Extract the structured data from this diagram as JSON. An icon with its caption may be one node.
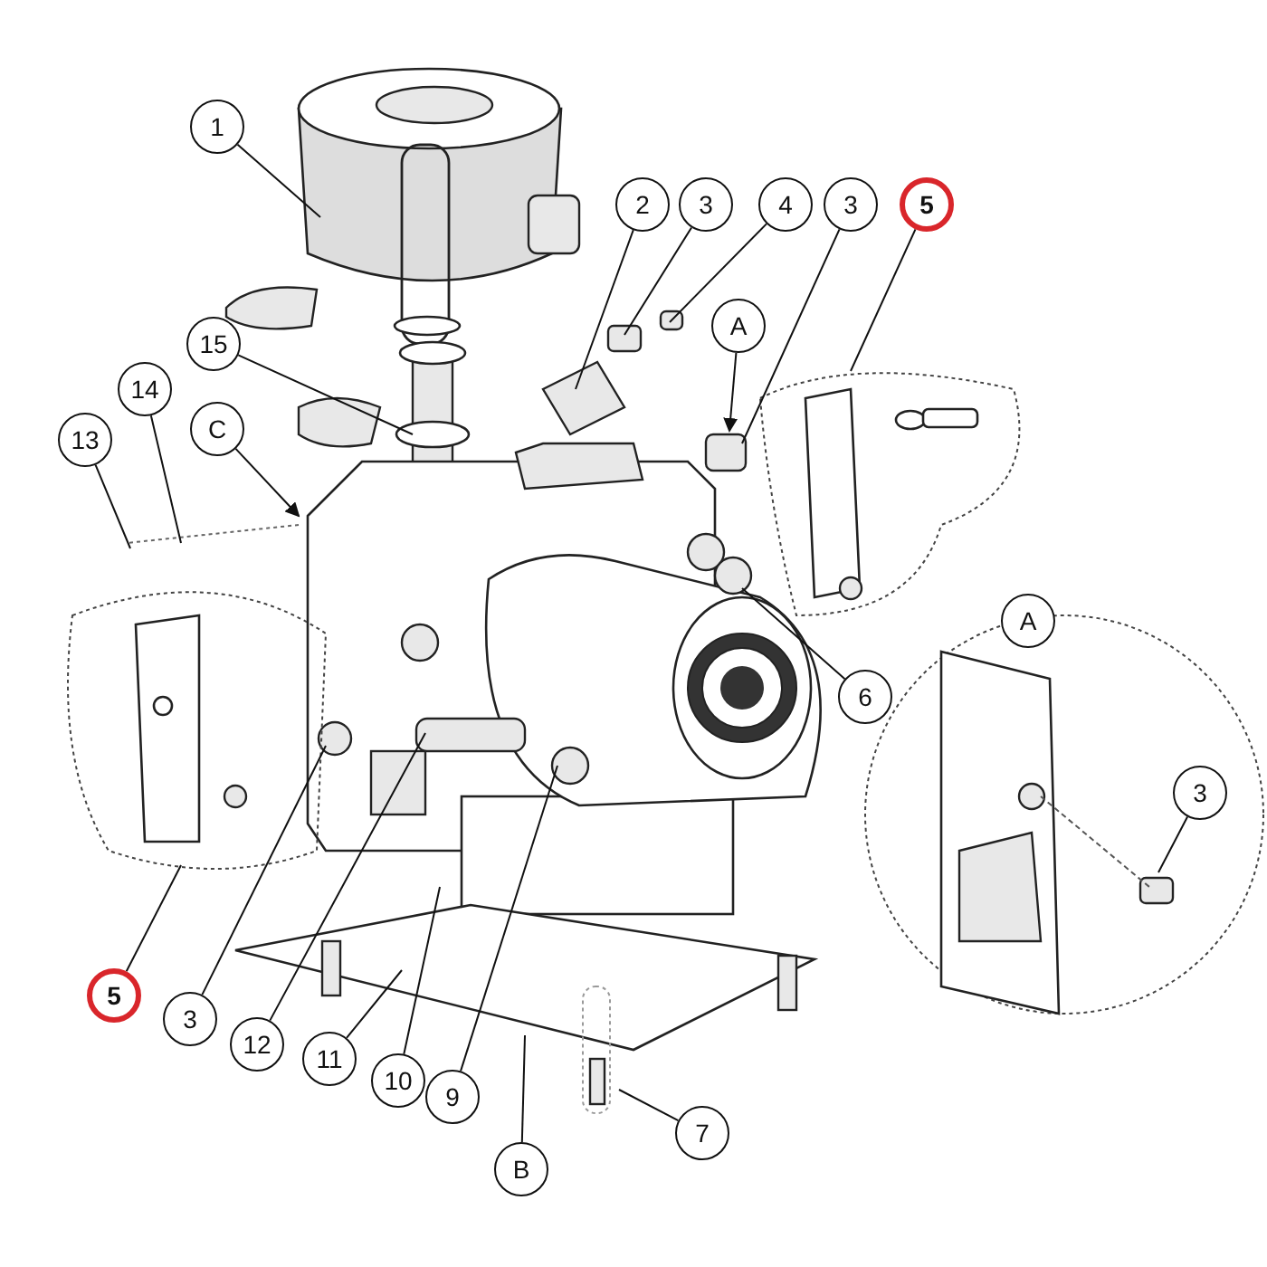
{
  "diagram": {
    "nodes": [
      {
        "text": [
          "1"
        ]
      },
      {
        "text": [
          "2"
        ]
      },
      {
        "text": [
          "3"
        ]
      },
      {
        "text": [
          "4"
        ]
      },
      {
        "text": [
          "3"
        ]
      },
      {
        "text": [
          "5"
        ]
      },
      {
        "text": [
          "15"
        ]
      },
      {
        "text": [
          "A"
        ]
      },
      {
        "text": [
          "C"
        ]
      },
      {
        "text": [
          "14"
        ]
      },
      {
        "text": [
          "13"
        ]
      },
      {
        "text": [
          "6"
        ]
      },
      {
        "text": [
          "A"
        ]
      },
      {
        "text": [
          "3"
        ]
      },
      {
        "text": [
          "3"
        ]
      },
      {
        "text": [
          "5"
        ]
      },
      {
        "text": [
          "12"
        ]
      },
      {
        "text": [
          "11"
        ]
      },
      {
        "text": [
          "10"
        ]
      },
      {
        "text": [
          "9"
        ]
      },
      {
        "text": [
          "7"
        ]
      },
      {
        "text": [
          "B"
        ]
      }
    ],
    "edges": [
      {
        "from": 0,
        "to": null,
        "arrow": "none"
      },
      {
        "from": 1,
        "to": null,
        "arrow": "none"
      },
      {
        "from": 2,
        "to": null,
        "arrow": "none"
      },
      {
        "from": 3,
        "to": null,
        "arrow": "none"
      },
      {
        "from": 4,
        "to": null,
        "arrow": "none"
      },
      {
        "from": 5,
        "to": null,
        "arrow": "none"
      },
      {
        "from": 6,
        "to": null,
        "arrow": "none"
      },
      {
        "from": 7,
        "to": null,
        "arrow": "to"
      },
      {
        "from": 8,
        "to": null,
        "arrow": "to"
      },
      {
        "from": 9,
        "to": null,
        "arrow": "none"
      },
      {
        "from": 10,
        "to": null,
        "arrow": "none"
      },
      {
        "from": 11,
        "to": null,
        "arrow": "none"
      },
      {
        "from": 13,
        "to": null,
        "arrow": "none"
      },
      {
        "from": 14,
        "to": null,
        "arrow": "none"
      },
      {
        "from": 15,
        "to": null,
        "arrow": "none"
      },
      {
        "from": 16,
        "to": null,
        "arrow": "none"
      },
      {
        "from": 17,
        "to": null,
        "arrow": "none"
      },
      {
        "from": 18,
        "to": null,
        "arrow": "none"
      },
      {
        "from": 19,
        "to": null,
        "arrow": "none"
      },
      {
        "from": 20,
        "to": null,
        "arrow": "none"
      },
      {
        "from": 21,
        "to": null,
        "arrow": "none"
      }
    ]
  }
}
